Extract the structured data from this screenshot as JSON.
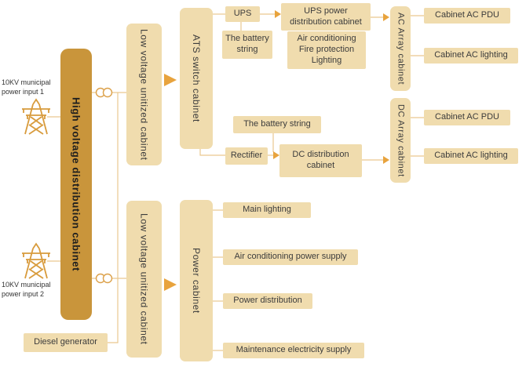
{
  "colors": {
    "high_voltage_cabinet": "#C9953B",
    "cabinet_fill": "#F0DCAE",
    "line": "#E9C88F",
    "arrow": "#E8A33D",
    "icon_gold": "#D89B3C",
    "text": "#3C3C3C",
    "background": "#FFFFFF"
  },
  "icons": {
    "tower1": "transmission-tower-icon",
    "tower2": "transmission-tower-icon",
    "transformer_top": "transformer-winding-symbol",
    "transformer_bottom": "transformer-winding-symbol",
    "flow_arrow": "right-arrow-icon"
  },
  "labels": {
    "input1": "10KV municipal power input 1",
    "input2": "10KV municipal power input 2"
  },
  "nodes": {
    "high_voltage": "High voltage distribution cabinet",
    "low_voltage_top": "Low voltage unitized cabinet",
    "low_voltage_bottom": "Low voltage unitized cabinet",
    "ats": "ATS switch cabinet",
    "power_cabinet": "Power cabinet",
    "ups": "UPS",
    "battery_top": "The battery string",
    "ups_pdc": "UPS power distribution cabinet",
    "aircon_fire_lighting": "Air conditioning Fire protection Lighting",
    "ac_array": "AC Array cabinet",
    "pdu_top": "Cabinet AC PDU",
    "lighting_top": "Cabinet AC lighting",
    "battery_mid": "The battery string",
    "rectifier": "Rectifier",
    "dc_dist": "DC distribution cabinet",
    "dc_array": "DC Array cabinet",
    "pdu_mid": "Cabinet AC PDU",
    "lighting_mid": "Cabinet AC lighting",
    "main_lighting": "Main lighting",
    "aircon_power": "Air conditioning power supply",
    "power_dist": "Power distribution",
    "maintenance": "Maintenance electricity supply",
    "diesel": "Diesel generator"
  }
}
